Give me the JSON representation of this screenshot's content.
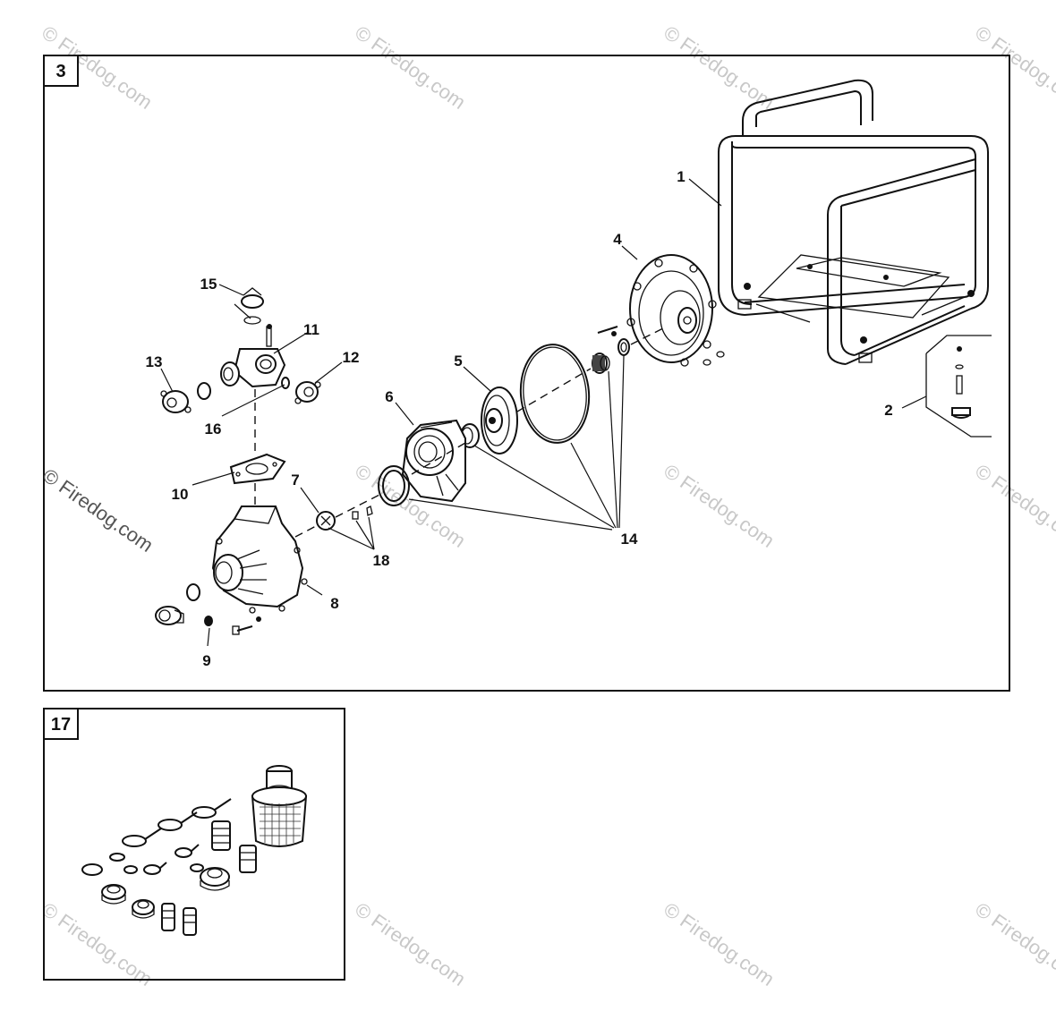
{
  "watermark": {
    "text": "© Firedog.com"
  },
  "panel_main": {
    "label": "3",
    "callouts": {
      "frame": "1",
      "mount": "2",
      "back_cover": "4",
      "impeller": "5",
      "volute": "6",
      "plate": "7",
      "housing": "8",
      "drain_plug": "9",
      "flange_gasket": "10",
      "discharge_tee": "11",
      "discharge_port": "12",
      "suction_port": "13",
      "seal_kit": "14",
      "fill_cap": "15",
      "oring": "16",
      "hardware": "18"
    }
  },
  "panel_accessories": {
    "label": "17"
  }
}
